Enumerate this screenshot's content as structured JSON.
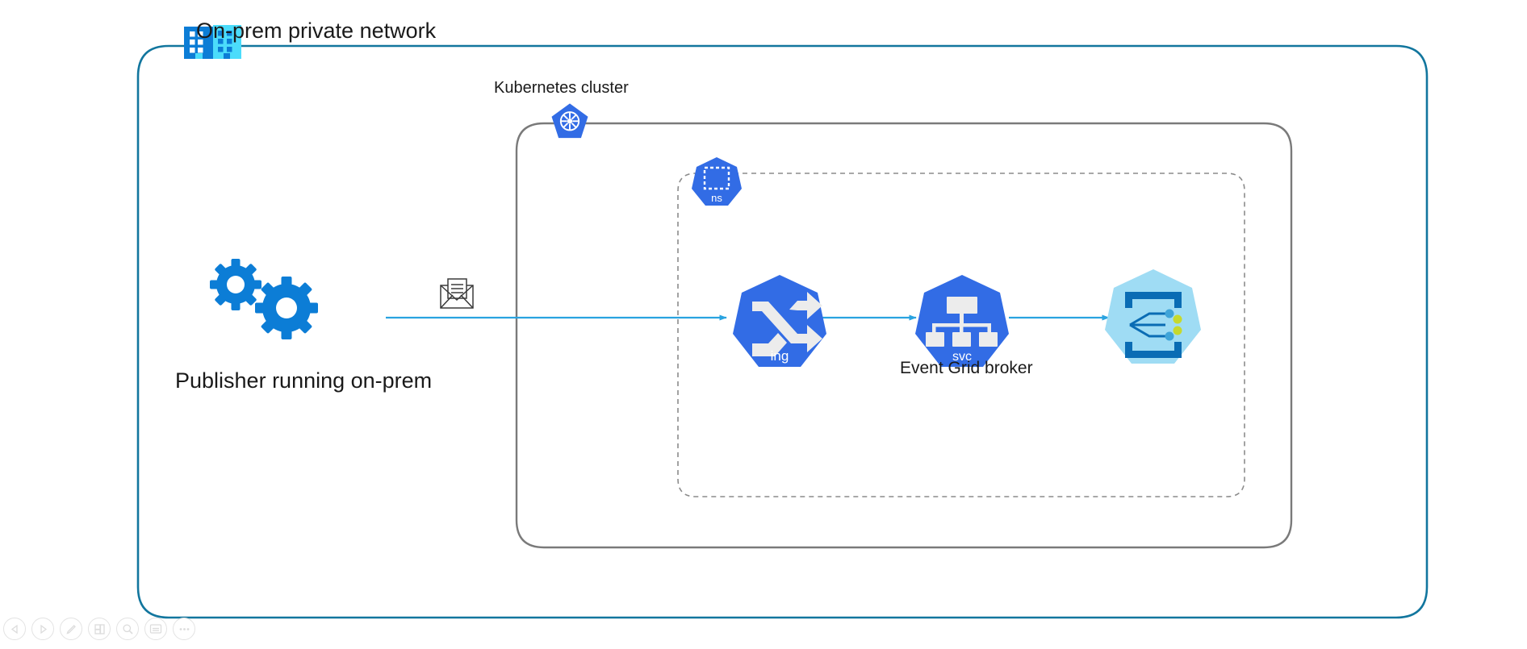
{
  "diagram": {
    "type": "architecture-diagram",
    "background_color": "#ffffff",
    "boundaries": [
      {
        "name": "on-prem-private-network",
        "label": "On-prem private network",
        "icon": "office-building-icon",
        "border_color": "#12769E",
        "border_style": "solid",
        "corner": "rounded"
      },
      {
        "name": "kubernetes-cluster",
        "label": "Kubernetes cluster",
        "icon": "kubernetes-helm-icon",
        "border_color": "#7A7A7A",
        "border_style": "solid",
        "corner": "rounded"
      },
      {
        "name": "kubernetes-namespace",
        "label": "ns",
        "icon": "namespace-icon",
        "border_color": "#8C8C8C",
        "border_style": "dashed",
        "corner": "rounded"
      }
    ],
    "nodes": [
      {
        "name": "publisher",
        "label": "Publisher running on-prem",
        "icon": "gears-icon",
        "color": "#0078D4"
      },
      {
        "name": "message",
        "label": "",
        "icon": "envelope-message-icon",
        "color": "#3A3A3A"
      },
      {
        "name": "ingress",
        "label": "ing",
        "icon": "kubernetes-ingress-icon",
        "color": "#326CE5"
      },
      {
        "name": "service",
        "label": "svc",
        "icon": "kubernetes-service-icon",
        "color": "#326CE5"
      },
      {
        "name": "event-grid-broker",
        "label": "Event Grid broker",
        "icon": "event-grid-broker-icon",
        "color": "#9FDCF4"
      }
    ],
    "connections": [
      {
        "name": "publisher-to-ingress",
        "from": "publisher",
        "to": "ingress",
        "color": "#29A3E0",
        "arrow": true
      },
      {
        "name": "ingress-to-service",
        "from": "ingress",
        "to": "service",
        "color": "#29A3E0",
        "arrow": true
      },
      {
        "name": "service-to-broker",
        "from": "service",
        "to": "event-grid-broker",
        "color": "#29A3E0",
        "arrow": true
      }
    ]
  },
  "labels": {
    "onprem": "On-prem private network",
    "kubernetes_cluster": "Kubernetes cluster",
    "namespace": "ns",
    "publisher": "Publisher running on-prem",
    "ingress": "ing",
    "service": "svc",
    "event_grid_broker": "Event Grid broker"
  },
  "toolbar": {
    "buttons": [
      {
        "name": "previous-page-button",
        "icon": "triangle-left-icon",
        "title": "Previous"
      },
      {
        "name": "next-page-button",
        "icon": "triangle-right-icon",
        "title": "Next"
      },
      {
        "name": "edit-button",
        "icon": "pencil-icon",
        "title": "Edit"
      },
      {
        "name": "layers-button",
        "icon": "layers-icon",
        "title": "Layers"
      },
      {
        "name": "zoom-button",
        "icon": "magnifier-icon",
        "title": "Zoom"
      },
      {
        "name": "presentation-button",
        "icon": "window-icon",
        "title": "Fullscreen"
      },
      {
        "name": "more-options-button",
        "icon": "ellipsis-icon",
        "title": "More"
      }
    ]
  },
  "colors": {
    "onprem_border": "#12769E",
    "cluster_border": "#7A7A7A",
    "namespace_border": "#8C8C8C",
    "arrow": "#29A3E0",
    "k8s_blue": "#326CE5",
    "azure_blue": "#0078D4",
    "broker_fill": "#9FDCF4",
    "text": "#1a1a1a"
  }
}
